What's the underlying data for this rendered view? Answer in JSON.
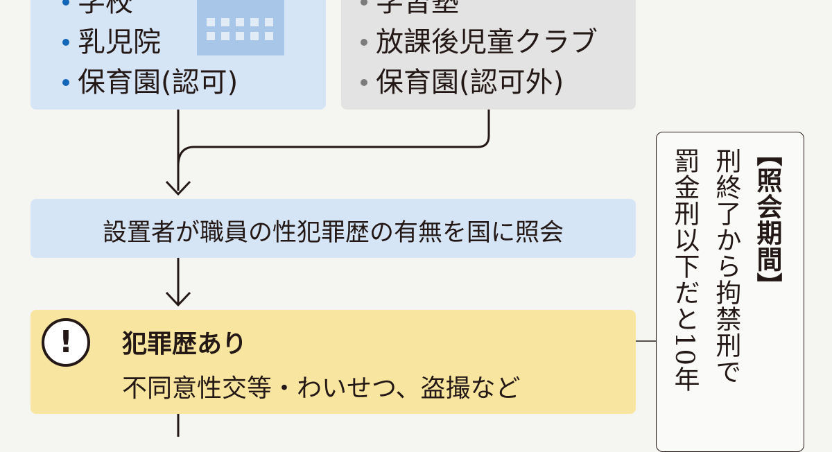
{
  "public_box": {
    "items": [
      "学校",
      "乳児院",
      "保育園(認可)"
    ],
    "icon": "school-building-icon",
    "color": "#d5e5f5",
    "bullet_color": "#1466b8"
  },
  "private_box": {
    "items": [
      "学習塾",
      "放課後児童クラブ",
      "保育園(認可外)"
    ],
    "color": "#e3e3e3",
    "bullet_color": "#7c7c7c"
  },
  "inquiry_box": {
    "text": "設置者が職員の性犯罪歴の有無を国に照会",
    "color": "#d5e5f5"
  },
  "record_box": {
    "icon": "exclamation-icon",
    "title": "犯罪歴あり",
    "detail": "不同意性交等・わいせつ、盗撮など",
    "color": "#f8e6a0"
  },
  "period_note": {
    "heading": "【照会期間】",
    "line1": "刑終了から拘禁刑で",
    "line2": "罰金刑以下だと10年"
  }
}
